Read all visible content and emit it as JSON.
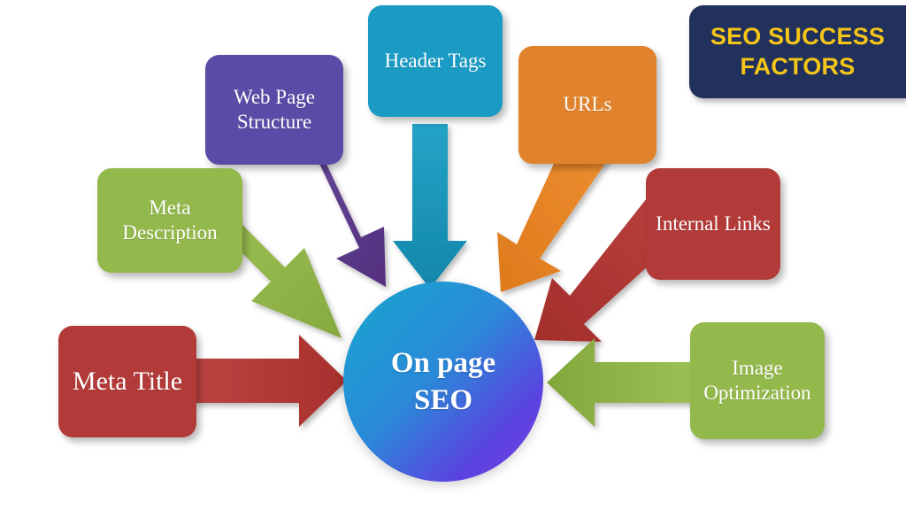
{
  "title": {
    "line1": "SEO SUCCESS",
    "line2": "FACTORS",
    "background": "#21315c",
    "text_color": "#f5c518"
  },
  "hub": {
    "line1": "On page",
    "line2": "SEO",
    "gradient_from": "#17a7cf",
    "gradient_to": "#7b3fe4",
    "text_color": "#ffffff"
  },
  "nodes": [
    {
      "id": "web-page-structure",
      "label": "Web Page Structure",
      "color": "#5b4ba6"
    },
    {
      "id": "header-tags",
      "label": "Header Tags",
      "color": "#1a9bc4"
    },
    {
      "id": "urls",
      "label": "URLs",
      "color": "#e0832c"
    },
    {
      "id": "meta-description",
      "label": "Meta Description",
      "color": "#93b84c"
    },
    {
      "id": "internal-links",
      "label": "Internal Links",
      "color": "#b23a38"
    },
    {
      "id": "meta-title",
      "label": "Meta Title",
      "color": "#b23a38"
    },
    {
      "id": "image-optimization",
      "label": "Image Optimization",
      "color": "#93b84c"
    }
  ],
  "arrows": [
    {
      "id": "arrow-meta-description",
      "color": "#93b84c",
      "from": "meta-description",
      "to": "hub",
      "direction": "down-right"
    },
    {
      "id": "arrow-web-page-structure",
      "color": "#5b4ba6",
      "from": "web-page-structure",
      "to": "hub",
      "direction": "down-right"
    },
    {
      "id": "arrow-header-tags",
      "color": "#1a9bc4",
      "from": "header-tags",
      "to": "hub",
      "direction": "down"
    },
    {
      "id": "arrow-urls",
      "color": "#e0832c",
      "from": "urls",
      "to": "hub",
      "direction": "down-left"
    },
    {
      "id": "arrow-internal-links",
      "color": "#b23a38",
      "from": "internal-links",
      "to": "hub",
      "direction": "down-left"
    },
    {
      "id": "arrow-meta-title",
      "color": "#b23a38",
      "from": "meta-title",
      "to": "hub",
      "direction": "right"
    },
    {
      "id": "arrow-image-optimization",
      "color": "#93b84c",
      "from": "image-optimization",
      "to": "hub",
      "direction": "left"
    }
  ]
}
